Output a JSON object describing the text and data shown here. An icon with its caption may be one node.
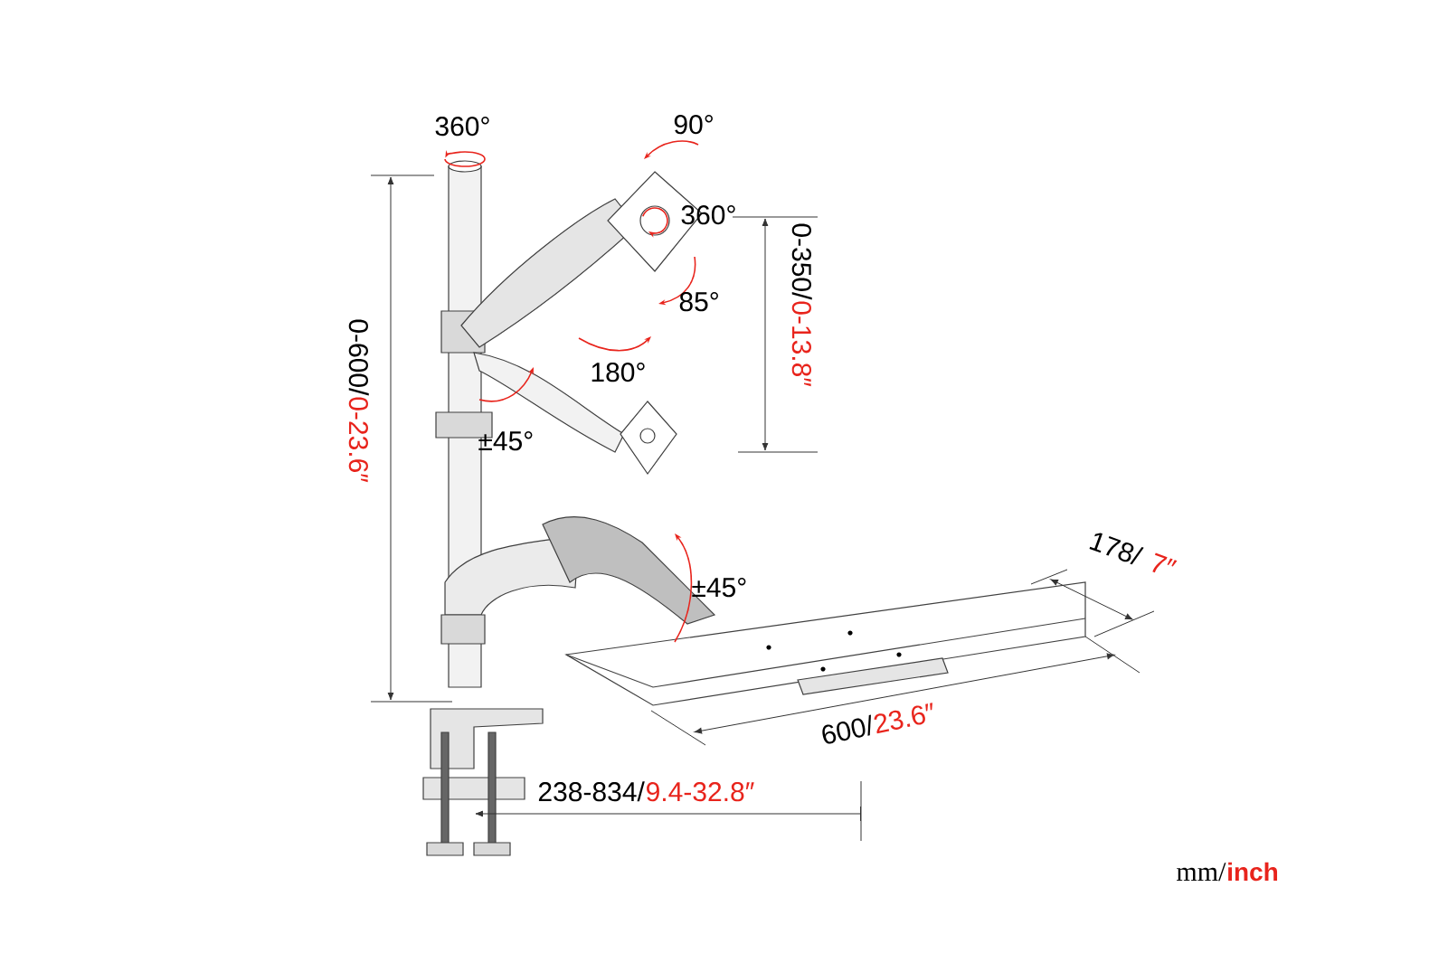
{
  "diagram": {
    "labels": [
      "360°",
      "90°",
      "360°",
      "85°",
      "180°",
      "±45°",
      "0-600/",
      "0-23.6″",
      "0-350/",
      "0-13.8″",
      "±45°",
      "178/",
      "7″",
      "600/",
      "23.6″",
      "238-834/",
      "9.4-32.8″",
      "mm/",
      "inch"
    ]
  }
}
